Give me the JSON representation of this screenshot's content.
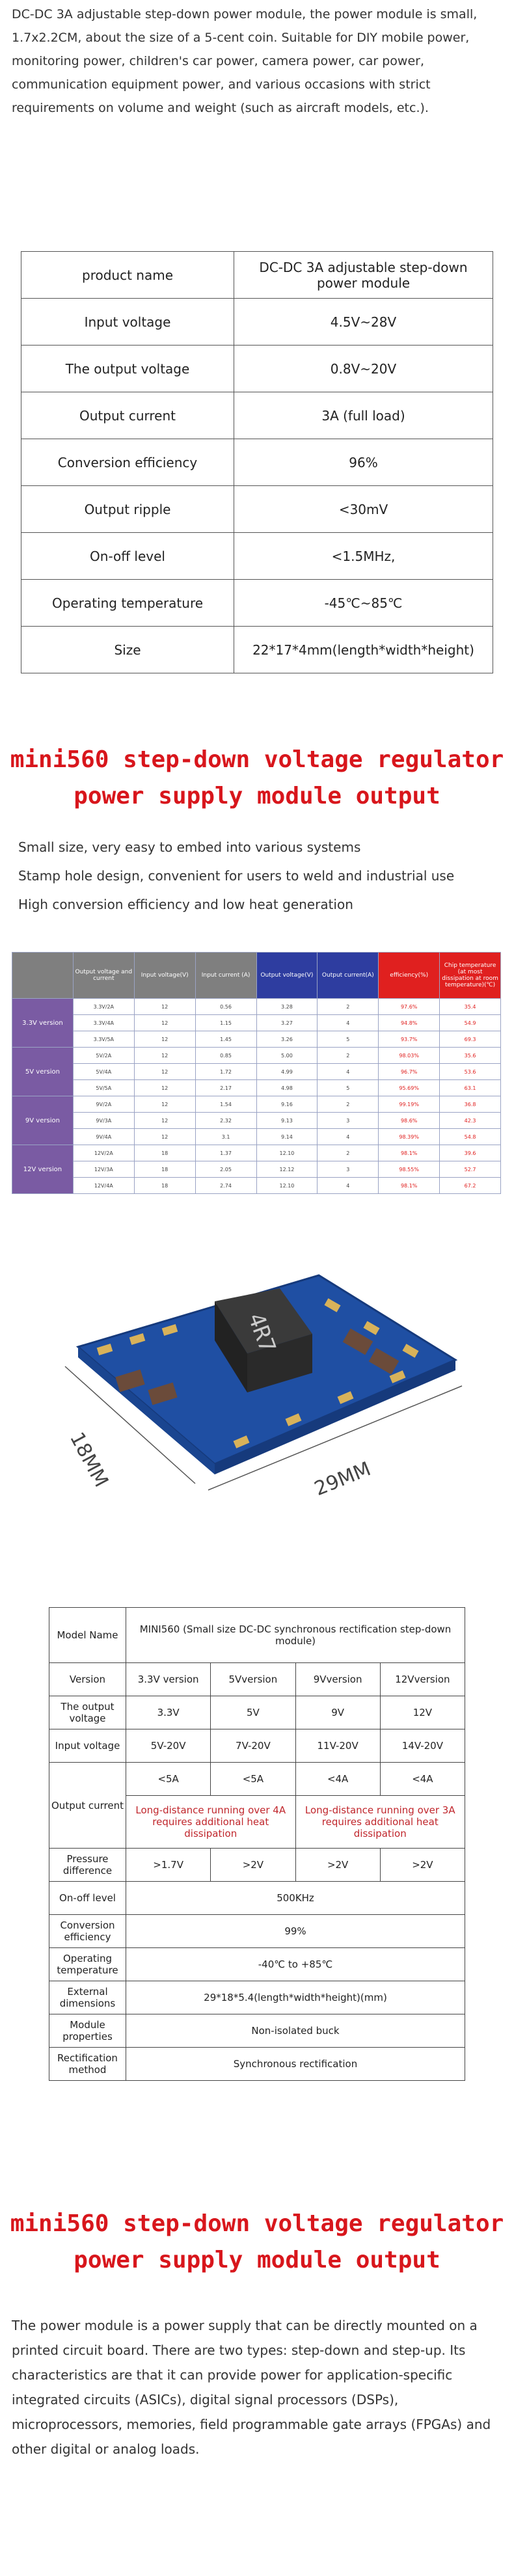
{
  "intro": {
    "text": "DC-DC 3A adjustable step-down power module, the power module is small, 1.7x2.2CM, about the size of a 5-cent coin. Suitable for DIY mobile power, monitoring power, children's car power, camera power, car power, communication equipment power, and various occasions with strict requirements on volume and weight (such as aircraft models, etc.)."
  },
  "spec_table": {
    "rows": [
      {
        "k": "product name",
        "v": "DC-DC 3A adjustable step-down power module"
      },
      {
        "k": "Input voltage",
        "v": "4.5V~28V"
      },
      {
        "k": "The output voltage",
        "v": "0.8V~20V"
      },
      {
        "k": "Output current",
        "v": "3A (full load)"
      },
      {
        "k": "Conversion efficiency",
        "v": "96%"
      },
      {
        "k": "Output ripple",
        "v": "<30mV"
      },
      {
        "k": "On-off level",
        "v": "<1.5MHz,"
      },
      {
        "k": "Operating temperature",
        "v": "-45℃~85℃"
      },
      {
        "k": "Size",
        "v": "22*17*4mm(length*width*height)"
      }
    ]
  },
  "heading1": {
    "line1": "mini560 step-down voltage regulator",
    "line2": "power supply module output"
  },
  "features": [
    "Small size, very easy to embed into various systems",
    "Stamp hole design, convenient for users to weld and industrial use",
    "High conversion efficiency and low heat generation"
  ],
  "test_table": {
    "headers": [
      "",
      "Output voltage and current",
      "Input voltage(V)",
      "Input current (A)",
      "Output voltage(V)",
      "Output current(A)",
      "efficiency(%)",
      "Chip temperature (at most dissipation at room temperature)(℃)"
    ],
    "groups": [
      {
        "version": "3.3V version",
        "rows": [
          [
            "3.3V/2A",
            "12",
            "0.56",
            "3.28",
            "2",
            "97.6%",
            "35.4"
          ],
          [
            "3.3V/4A",
            "12",
            "1.15",
            "3.27",
            "4",
            "94.8%",
            "54.9"
          ],
          [
            "3.3V/5A",
            "12",
            "1.45",
            "3.26",
            "5",
            "93.7%",
            "69.3"
          ]
        ]
      },
      {
        "version": "5V version",
        "rows": [
          [
            "5V/2A",
            "12",
            "0.85",
            "5.00",
            "2",
            "98.03%",
            "35.6"
          ],
          [
            "5V/4A",
            "12",
            "1.72",
            "4.99",
            "4",
            "96.7%",
            "53.6"
          ],
          [
            "5V/5A",
            "12",
            "2.17",
            "4.98",
            "5",
            "95.69%",
            "63.1"
          ]
        ]
      },
      {
        "version": "9V version",
        "rows": [
          [
            "9V/2A",
            "12",
            "1.54",
            "9.16",
            "2",
            "99.19%",
            "36.8"
          ],
          [
            "9V/3A",
            "12",
            "2.32",
            "9.13",
            "3",
            "98.6%",
            "42.3"
          ],
          [
            "9V/4A",
            "12",
            "3.1",
            "9.14",
            "4",
            "98.39%",
            "54.8"
          ]
        ]
      },
      {
        "version": "12V version",
        "rows": [
          [
            "12V/2A",
            "18",
            "1.37",
            "12.10",
            "2",
            "98.1%",
            "39.6"
          ],
          [
            "12V/3A",
            "18",
            "2.05",
            "12.12",
            "3",
            "98.55%",
            "52.7"
          ],
          [
            "12V/4A",
            "18",
            "2.74",
            "12.10",
            "4",
            "98.1%",
            "67.2"
          ]
        ]
      }
    ]
  },
  "board": {
    "chip_label": "4R7",
    "width_label": "29MM",
    "height_label": "18MM"
  },
  "model_table": {
    "model_name_label": "Model Name",
    "model_name_value": "MINI560 (Small size DC-DC synchronous rectification step-down module)",
    "version_label": "Version",
    "versions": [
      "3.3V version",
      "5Vversion",
      "9Vversion",
      "12Vversion"
    ],
    "output_voltage_label": "The output voltage",
    "output_voltages": [
      "3.3V",
      "5V",
      "9V",
      "12V"
    ],
    "input_voltage_label": "Input voltage",
    "input_voltages": [
      "5V-20V",
      "7V-20V",
      "11V-20V",
      "14V-20V"
    ],
    "output_current_label": "Output current",
    "output_currents": [
      "<5A",
      "<5A",
      "<4A",
      "<4A"
    ],
    "heat_note_1": "Long-distance running over 4A requires additional heat dissipation",
    "heat_note_2": "Long-distance running over 3A requires additional heat dissipation",
    "pressure_label": "Pressure difference",
    "pressures": [
      ">1.7V",
      ">2V",
      ">2V",
      ">2V"
    ],
    "onoff_label": "On-off level",
    "onoff_value": "500KHz",
    "efficiency_label": "Conversion efficiency",
    "efficiency_value": "99%",
    "temp_label": "Operating temperature",
    "temp_value": "-40℃ to +85℃",
    "dims_label": "External dimensions",
    "dims_value": "29*18*5.4(length*width*height)(mm)",
    "props_label": "Module properties",
    "props_value": "Non-isolated buck",
    "rect_label": "Rectification method",
    "rect_value": "Synchronous rectification"
  },
  "heading2": {
    "line1": "mini560 step-down voltage regulator",
    "line2": "power supply module output"
  },
  "outro": {
    "text": "The power module is a power supply that can be directly mounted on a printed circuit board. There are two types: step-down and step-up. Its characteristics are that it can provide power for application-specific integrated circuits (ASICs), digital signal processors (DSPs), microprocessors, memories, field programmable gate arrays (FPGAs) and other digital or analog loads."
  },
  "colors": {
    "accent_red": "#d8161c",
    "purple": "#7a5ba3",
    "blue_header": "#2e3da0",
    "pcb_blue": "#1f4fa3"
  }
}
